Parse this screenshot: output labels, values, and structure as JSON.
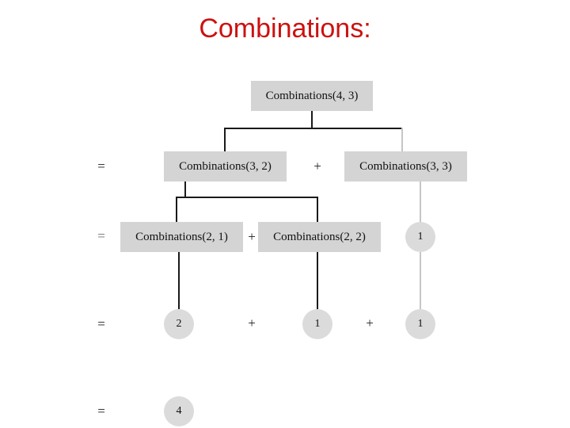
{
  "slide": {
    "title": "Combinations:",
    "title_color": "#CC1111",
    "background": "#ffffff"
  },
  "palette": {
    "box_fill": "#D4D4D4",
    "circle_fill": "#DBDBDB",
    "text": "#111111",
    "connector_dark": "#1a1a1a",
    "connector_light": "#C6C6C6"
  },
  "tree": {
    "level1": {
      "root": "Combinations(4, 3)"
    },
    "level2": {
      "equals": "=",
      "left": "Combinations(3, 2)",
      "plus": "+",
      "right": "Combinations(3, 3)"
    },
    "level3": {
      "equals": "=",
      "left": "Combinations(2, 1)",
      "plus": "+",
      "middle": "Combinations(2, 2)",
      "right_value": "1"
    },
    "level4": {
      "equals": "=",
      "left_value": "2",
      "plus1": "+",
      "middle_value": "1",
      "plus2": "+",
      "right_value": "1"
    },
    "level5": {
      "equals": "=",
      "result": "4"
    }
  }
}
